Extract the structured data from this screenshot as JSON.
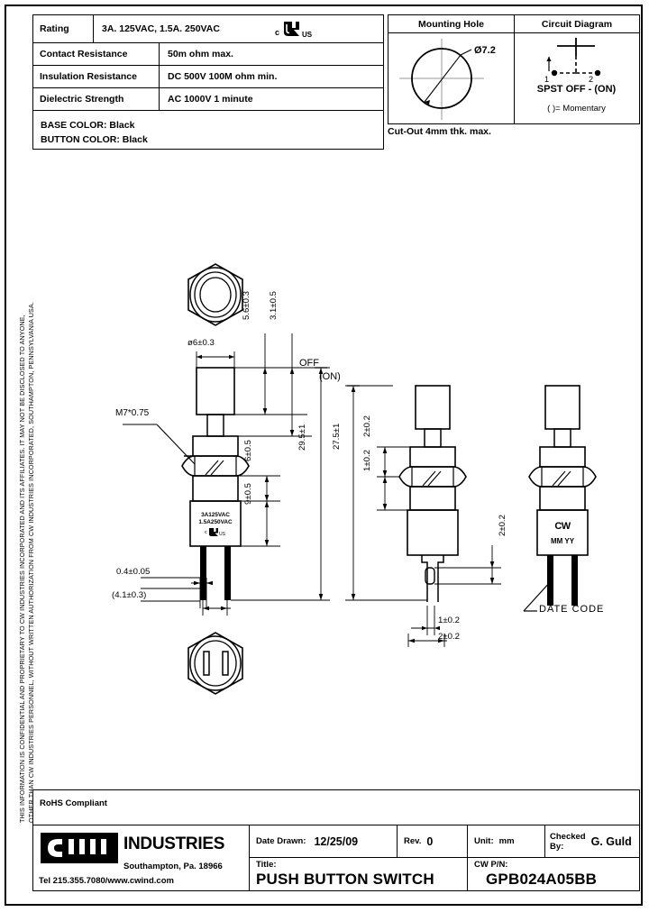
{
  "confidential_note": {
    "line1": "THIS INFORMATION IS CONFIDENTIAL AND PROPRIETARY TO CW INDUSTRIES INCORPORATED AND ITS AFFILIATES.  IT MAY NOT BE DISCLOSED TO ANYONE,",
    "line2": "OTHER THAN CW INDUSTRIES PERSONNEL, WITHOUT WRITTEN AUTHORIZATION FROM CW INDUSTRIES INCORPORATED, SOUTHAMPTON, PENNSYLVANIA USA."
  },
  "spec_table": {
    "rows": [
      {
        "label": "Rating",
        "value": "3A. 125VAC, 1.5A. 250VAC"
      },
      {
        "label": "Contact Resistance",
        "value": "50m ohm max."
      },
      {
        "label": "Insulation Resistance",
        "value": "DC 500V 100M ohm min."
      },
      {
        "label": "Dielectric Strength",
        "value": "AC 1000V  1  minute"
      }
    ],
    "ul_mark": {
      "prefix": "c",
      "suffix": "US",
      "name": "ul-listed-mark"
    },
    "base_color": "BASE COLOR: Black",
    "button_color": "BUTTON COLOR: Black"
  },
  "mounting_hole": {
    "header": "Mounting Hole",
    "diameter": "Ø7.2",
    "cutout_note": "Cut-Out 4mm thk. max."
  },
  "circuit_diagram": {
    "header": "Circuit Diagram",
    "terminal_1": "1",
    "terminal_2": "2",
    "type": "SPST  OFF - (ON)",
    "legend": "( )= Momentary"
  },
  "drawing": {
    "thread_label": "M7*0.75",
    "front_view": {
      "button_dia": "ø6±0.3",
      "d_5_6": "5.6±0.3",
      "d_3_1": "3.1±0.5",
      "d_6": "6±0.5",
      "d_9": "9±0.5",
      "d_29_5": "29.5±1",
      "d_0_4": "0.4±0.05",
      "d_4_1": "(4.1±0.3)",
      "body_mark_1": "3A125VAC",
      "body_mark_2": "1.5A250VAC",
      "body_mark_ul": "UL"
    },
    "state_off": "OFF",
    "state_on": "(ON)",
    "side_view": {
      "d_27_5": "27.5±1",
      "d_2_top": "2±0.2",
      "d_1_mid": "1±0.2",
      "d_2_right": "2±0.2",
      "d_1_bottom": "1±0.2",
      "d_2_bottom": "2±0.2"
    },
    "date_code_view": {
      "logo": "CW",
      "marking": "MM  YY",
      "callout": "DATE CODE"
    }
  },
  "rohs": "RoHS Compliant",
  "title_block": {
    "company": "INDUSTRIES",
    "logo": "CW",
    "address": "Southampton, Pa. 18966",
    "contact": "Tel 215.355.7080/www.cwind.com",
    "date_label": "Date Drawn:",
    "date_value": "12/25/09",
    "rev_label": "Rev.",
    "rev_value": "0",
    "unit_label": "Unit:",
    "unit_value": "mm",
    "checked_label": "Checked\nBy:",
    "checked_label_1": "Checked",
    "checked_label_2": "By:",
    "checked_value": "G. Guld",
    "title_label": "Title:",
    "title_value": "PUSH BUTTON SWITCH",
    "pn_label": "CW P/N:",
    "pn_value": "GPB024A05BB"
  }
}
